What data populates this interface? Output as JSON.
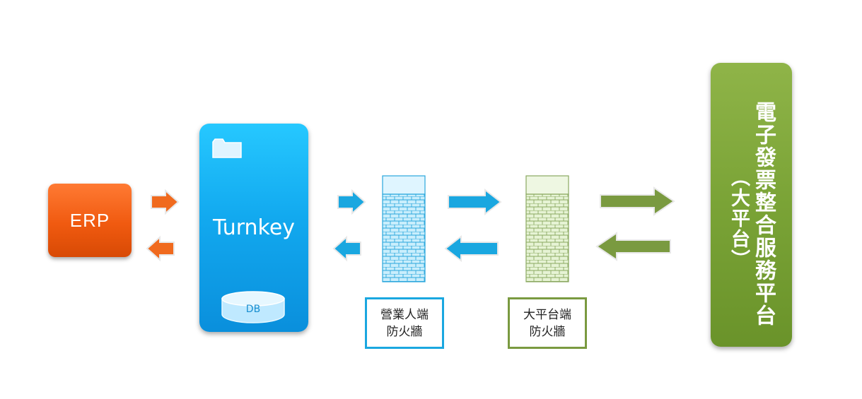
{
  "erp": {
    "label": "ERP"
  },
  "turnkey": {
    "label": "Turnkey",
    "db_label": "DB"
  },
  "firewall_business": {
    "label_line1": "營業人端",
    "label_line2": "防火牆"
  },
  "firewall_platform": {
    "label_line1": "大平台端",
    "label_line2": "防火牆"
  },
  "platform": {
    "name": "電子發票整合服務平台",
    "alias": "（大平台）"
  },
  "icons": [
    "folder-icon",
    "database-icon",
    "firewall-icon",
    "arrow-icon"
  ],
  "colors": {
    "orange": "#f05a10",
    "blue": "#12a9ef",
    "green": "#7aa336"
  }
}
